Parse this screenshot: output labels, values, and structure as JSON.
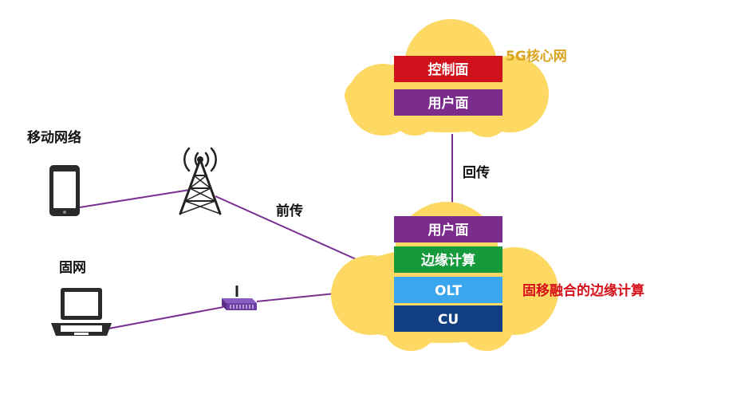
{
  "core_cloud": {
    "label": "5G核心网",
    "label_color": "#d9a521",
    "layers": [
      {
        "label": "控制面",
        "color": "#d0101a"
      },
      {
        "label": "用户面",
        "color": "#7b2d8e"
      }
    ]
  },
  "edge_cloud": {
    "label": "固移融合的边缘计算",
    "label_color": "#d6101a",
    "layers": [
      {
        "label": "用户面",
        "color": "#7b2d8e"
      },
      {
        "label": "边缘计算",
        "color": "#169a3c"
      },
      {
        "label": "OLT",
        "color": "#3aa6ee"
      },
      {
        "label": "CU",
        "color": "#123f82"
      }
    ]
  },
  "links": {
    "backhaul": "回传",
    "fronthaul": "前传"
  },
  "devices": {
    "mobile_label": "移动网络",
    "fixed_label": "固网"
  },
  "colors": {
    "cloud": "#fdd862",
    "link": "#7a3090"
  },
  "icons": [
    "phone-icon",
    "cell-tower-icon",
    "laptop-icon",
    "router-icon"
  ]
}
